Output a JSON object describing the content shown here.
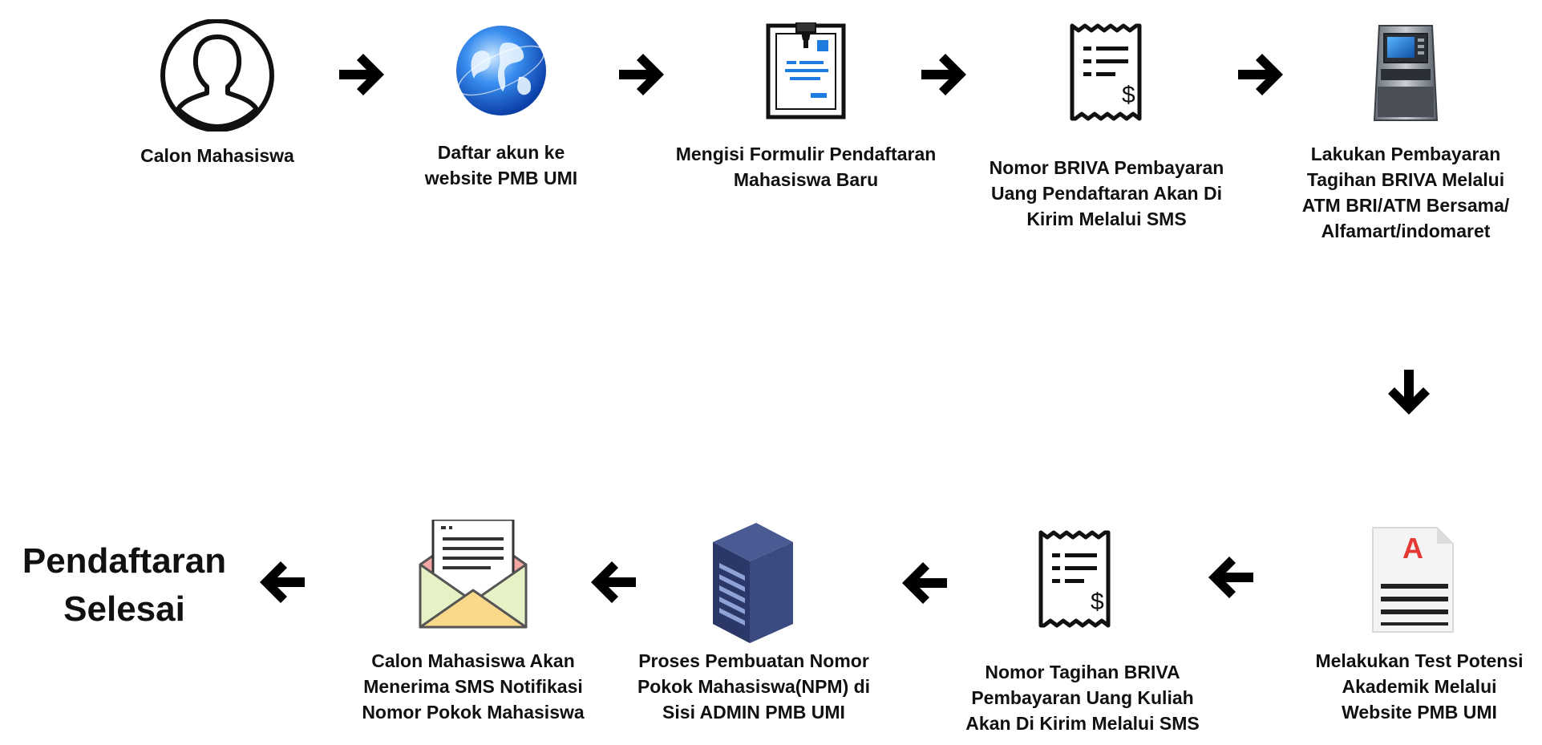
{
  "steps": [
    {
      "label": "Calon Mahasiswa",
      "icon": "user-icon"
    },
    {
      "label": "Daftar akun ke\nwebsite PMB UMI",
      "icon": "globe-icon"
    },
    {
      "label": "Mengisi Formulir Pendaftaran\nMahasiswa Baru",
      "icon": "form-clipboard-icon"
    },
    {
      "label": "Nomor BRIVA Pembayaran\nUang Pendaftaran Akan Di\nKirim Melalui SMS",
      "icon": "receipt-icon"
    },
    {
      "label": "Lakukan Pembayaran\nTagihan BRIVA Melalui\nATM BRI/ATM Bersama/\nAlfamart/indomaret",
      "icon": "atm-icon"
    },
    {
      "label": "Melakukan Test Potensi\nAkademik Melalui\nWebsite PMB UMI",
      "icon": "test-document-icon"
    },
    {
      "label": "Nomor Tagihan BRIVA\nPembayaran Uang Kuliah\nAkan Di Kirim Melalui SMS",
      "icon": "receipt-icon"
    },
    {
      "label": "Proses Pembuatan Nomor\nPokok Mahasiswa(NPM) di\nSisi ADMIN PMB UMI",
      "icon": "server-icon"
    },
    {
      "label": "Calon Mahasiswa Akan\nMenerima SMS Notifikasi\nNomor Pokok Mahasiswa",
      "icon": "envelope-letter-icon"
    }
  ],
  "final_label": "Pendaftaran\nSelesai",
  "colors": {
    "arrow": "#000000",
    "globe": "#1e6fe0",
    "server": "#2f3f73",
    "accent_red": "#e53935"
  }
}
